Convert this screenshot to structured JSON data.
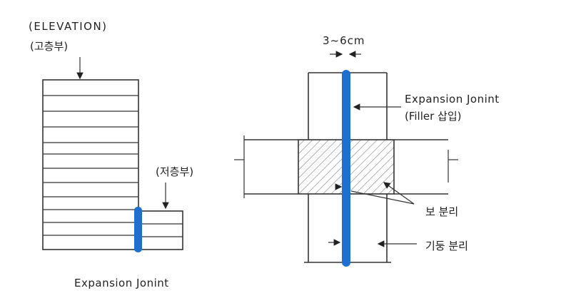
{
  "elevation": {
    "title": "(ELEVATION)",
    "high_rise_label": "(고층부)",
    "low_rise_label": "(저층부)",
    "joint_label": "Expansion Jonint"
  },
  "section": {
    "gap_label": "3~6cm",
    "joint_label": "Expansion Jonint",
    "filler_label": "(Filler 삽입)",
    "beam_label": "보 분리",
    "column_label": "기둥 분리"
  },
  "colors": {
    "joint": "#1e6fd0",
    "line": "#333333",
    "hatch": "#888888"
  }
}
